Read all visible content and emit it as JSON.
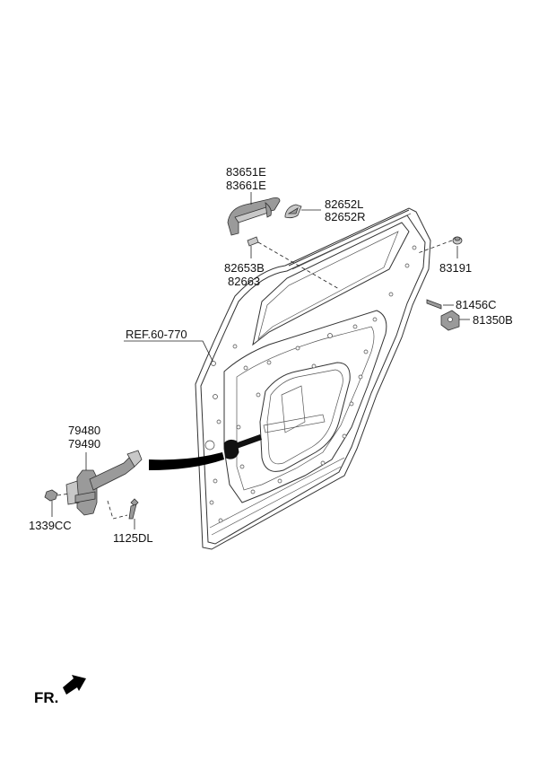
{
  "labels": {
    "handle_upper": "83651E",
    "handle_lower": "83661E",
    "cover_left": "82652L",
    "cover_right": "82652R",
    "pad_upper": "82653B",
    "pad_lower": "82663",
    "plug": "83191",
    "bolt_small": "81456C",
    "striker": "81350B",
    "reference": "REF.60-770",
    "checker_upper": "79480",
    "checker_lower": "79490",
    "nut": "1339CC",
    "bolt": "1125DL",
    "direction": "FR."
  },
  "icons": {
    "direction_arrow": "fr-arrow-icon"
  }
}
